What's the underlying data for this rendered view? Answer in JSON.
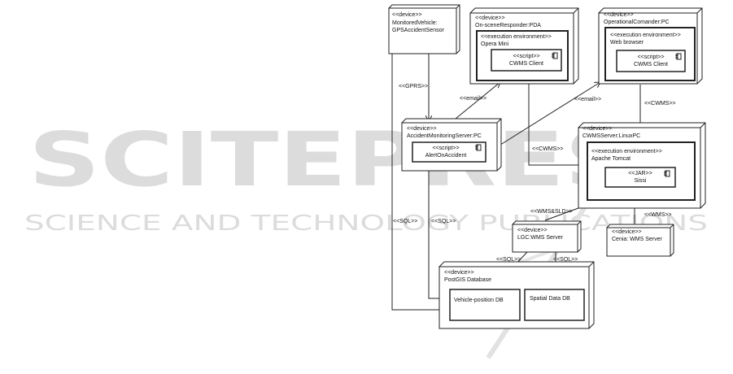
{
  "watermark": {
    "brand": "SCITEPRESS",
    "tagline": "SCIENCE AND TECHNOLOGY PUBLICATIONS",
    "color": "#d9d9d9"
  },
  "nodes": {
    "vehicle": {
      "stereotype": "<<device>>",
      "line1": "MonitoredVehicle:",
      "line2": "GPSAccidentSensor"
    },
    "pda": {
      "stereotype": "<<device>>",
      "line1": "On-sceneResponder:PDA"
    },
    "pda_env": {
      "stereotype": "<<execution environment>>",
      "line1": "Opera Mini"
    },
    "pda_script": {
      "stereotype": "<<script>>",
      "line1": "CWMS Client"
    },
    "pc": {
      "stereotype": "<<device>>",
      "line1": "OperationalComander:PC"
    },
    "pc_env": {
      "stereotype": "<<execution environment>>",
      "line1": "Web browser"
    },
    "pc_script": {
      "stereotype": "<<script>>",
      "line1": "CWMS Client"
    },
    "ams": {
      "stereotype": "<<device>>",
      "line1": "AccidentMonitoringServer:PC"
    },
    "ams_script": {
      "stereotype": "<<script>>",
      "line1": "AlertOnAccident"
    },
    "cwms": {
      "stereotype": "<<device>>",
      "line1": "CWMSServer:LinuxPC"
    },
    "cwms_env": {
      "stereotype": "<<execution environment>>",
      "line1": "Apache Tomcat"
    },
    "cwms_jar": {
      "stereotype": "<<JAR>>",
      "line1": "Sissi"
    },
    "lgc": {
      "stereotype": "<<device>>",
      "line1": "LGC:WMS Server"
    },
    "cenia": {
      "stereotype": "<<device>>",
      "line1": "Cenia: WMS Server"
    },
    "postgis": {
      "stereotype": "<<device>>",
      "line1": "PostGIS Database"
    },
    "vehicle_db": {
      "line1": "Vehicle-position DB"
    },
    "spatial_db": {
      "line1": "Spatial Data DB"
    }
  },
  "edge_labels": {
    "gprs": "<<GPRS>>",
    "email1": "<<email>>",
    "email2": "<<email>>",
    "cwms_pc": "<<CWMS>>",
    "cwms_pda": "<<CWMS>>",
    "wmssld": "<<WMS&SLD>>",
    "wms": "<<WMS>>",
    "sql_left": "<<SQL>>",
    "sql_mid": "<<SQL>>",
    "sql_lgc1": "<<SQL>>",
    "sql_lgc2": "<<SQL>>"
  }
}
